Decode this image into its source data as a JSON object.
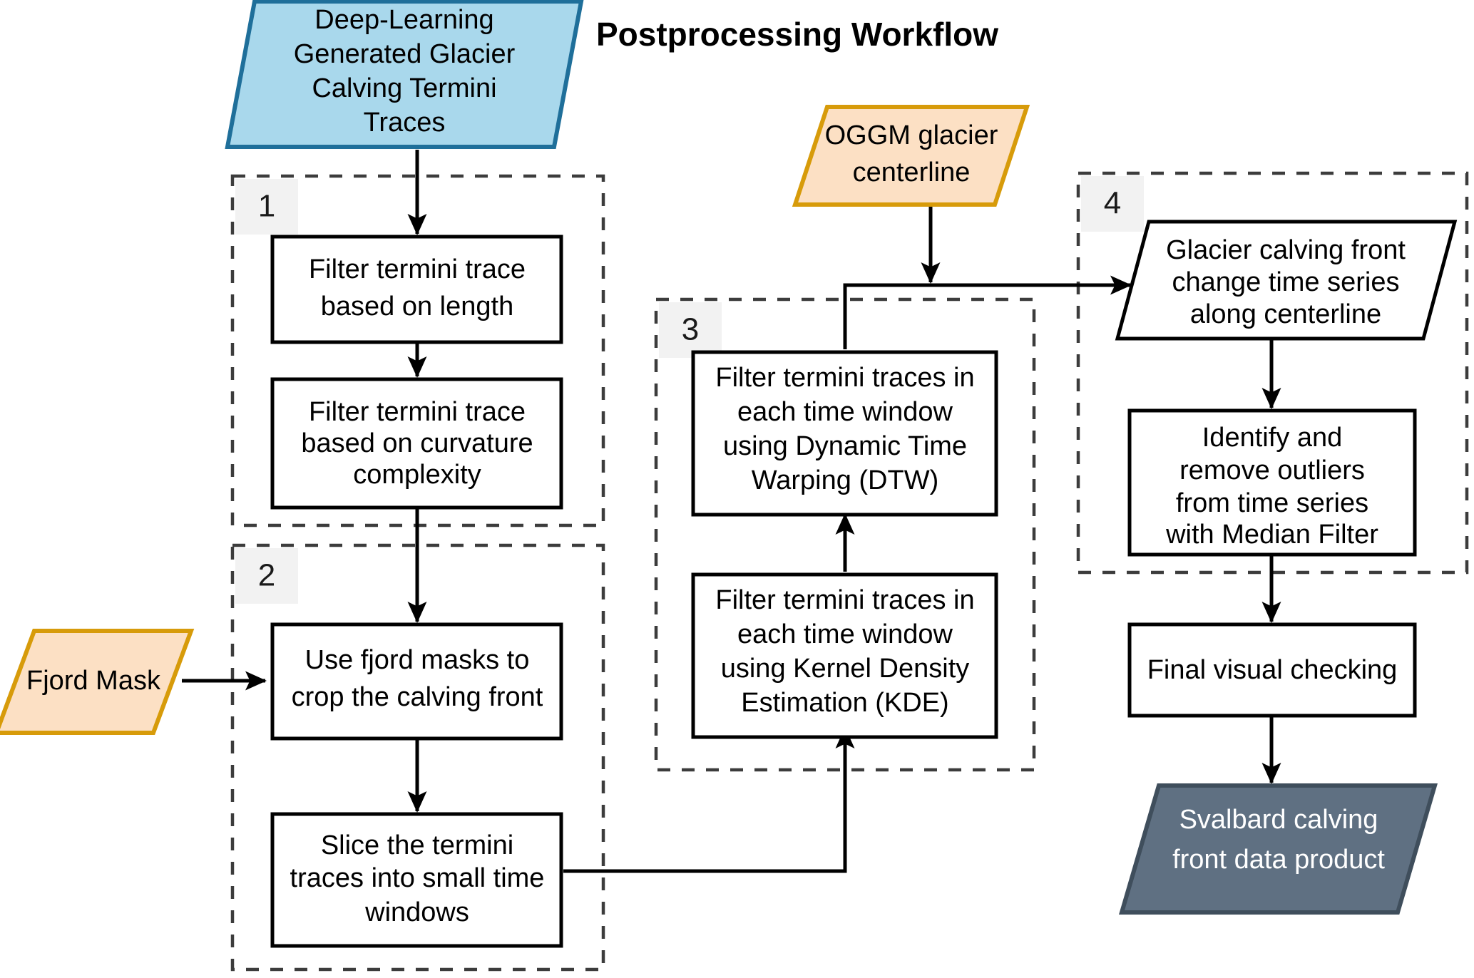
{
  "title": "Postprocessing Workflow",
  "colors": {
    "input_blue_fill": "#a9d8ec",
    "input_blue_stroke": "#1f6f9a",
    "input_orange_fill": "#fce0c4",
    "input_orange_stroke": "#d79b0a",
    "output_slate_fill": "#5f7082",
    "output_slate_stroke": "#3f4e5c",
    "process_fill": "#ffffff",
    "process_stroke": "#000000",
    "group_stroke": "#3c3c3c",
    "group_chip_fill": "#f2f2f2",
    "text_dark": "#000000",
    "text_light": "#ffffff"
  },
  "groups": [
    {
      "id": "group-1",
      "label": "1"
    },
    {
      "id": "group-2",
      "label": "2"
    },
    {
      "id": "group-3",
      "label": "3"
    },
    {
      "id": "group-4",
      "label": "4"
    }
  ],
  "nodes": {
    "input_traces": {
      "shape": "parallelogram",
      "lines": [
        "Deep-Learning",
        "Generated Glacier",
        "Calving Termini",
        "Traces"
      ]
    },
    "input_fjord_mask": {
      "shape": "parallelogram",
      "lines": [
        "Fjord Mask"
      ]
    },
    "input_oggm": {
      "shape": "parallelogram",
      "lines": [
        "OGGM glacier",
        "centerline"
      ]
    },
    "filter_length": {
      "shape": "rect",
      "lines": [
        "Filter termini trace",
        "based on length"
      ]
    },
    "filter_curvature": {
      "shape": "rect",
      "lines": [
        "Filter termini trace",
        "based on curvature",
        "complexity"
      ]
    },
    "crop_front": {
      "shape": "rect",
      "lines": [
        "Use fjord masks to",
        "crop the calving front"
      ]
    },
    "slice_windows": {
      "shape": "rect",
      "lines": [
        "Slice the termini",
        "traces into small time",
        "windows"
      ]
    },
    "filter_kde": {
      "shape": "rect",
      "lines": [
        "Filter termini traces in",
        "each time window",
        "using Kernel Density",
        "Estimation (KDE)"
      ]
    },
    "filter_dtw": {
      "shape": "rect",
      "lines": [
        "Filter termini traces in",
        "each time window",
        "using Dynamic Time",
        "Warping (DTW)"
      ]
    },
    "time_series": {
      "shape": "parallelogram",
      "lines": [
        "Glacier calving front",
        "change time series",
        "along centerline"
      ]
    },
    "remove_outliers": {
      "shape": "rect",
      "lines": [
        "Identify and",
        "remove outliers",
        "from time series",
        "with Median Filter"
      ]
    },
    "final_check": {
      "shape": "rect",
      "lines": [
        "Final visual checking"
      ]
    },
    "output_product": {
      "shape": "parallelogram",
      "lines": [
        "Svalbard calving",
        "front data product"
      ]
    }
  },
  "edges": [
    {
      "from": "input_traces",
      "to": "filter_length"
    },
    {
      "from": "filter_length",
      "to": "filter_curvature"
    },
    {
      "from": "filter_curvature",
      "to": "crop_front"
    },
    {
      "from": "input_fjord_mask",
      "to": "crop_front"
    },
    {
      "from": "crop_front",
      "to": "slice_windows"
    },
    {
      "from": "slice_windows",
      "to": "filter_kde"
    },
    {
      "from": "filter_kde",
      "to": "filter_dtw"
    },
    {
      "from": "filter_dtw",
      "to": "time_series"
    },
    {
      "from": "input_oggm",
      "to": "filter_dtw"
    },
    {
      "from": "time_series",
      "to": "remove_outliers"
    },
    {
      "from": "remove_outliers",
      "to": "final_check"
    },
    {
      "from": "final_check",
      "to": "output_product"
    }
  ]
}
